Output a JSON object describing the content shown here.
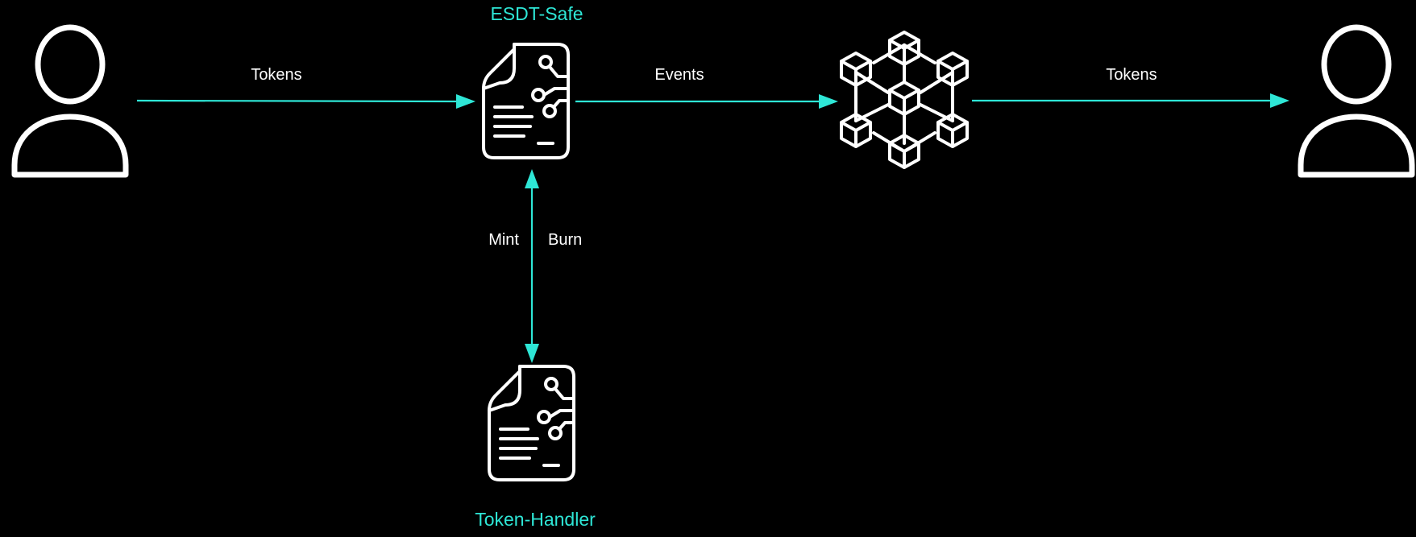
{
  "diagram": {
    "contracts": {
      "esdt_safe": {
        "label": "ESDT-Safe"
      },
      "token_handler": {
        "label": "Token-Handler"
      }
    },
    "edges": {
      "sender_to_safe": {
        "label": "Tokens"
      },
      "safe_to_network": {
        "label": "Events"
      },
      "network_to_receiver": {
        "label": "Tokens"
      },
      "mint": {
        "label": "Mint"
      },
      "burn": {
        "label": "Burn"
      }
    },
    "icons": {
      "sender": "user-icon",
      "receiver": "user-icon",
      "esdt_safe": "smart-contract-icon",
      "token_handler": "smart-contract-icon",
      "network": "blockchain-network-icon"
    },
    "colors": {
      "background": "#000000",
      "accent": "#2ee6d6",
      "icon": "#ffffff"
    }
  }
}
